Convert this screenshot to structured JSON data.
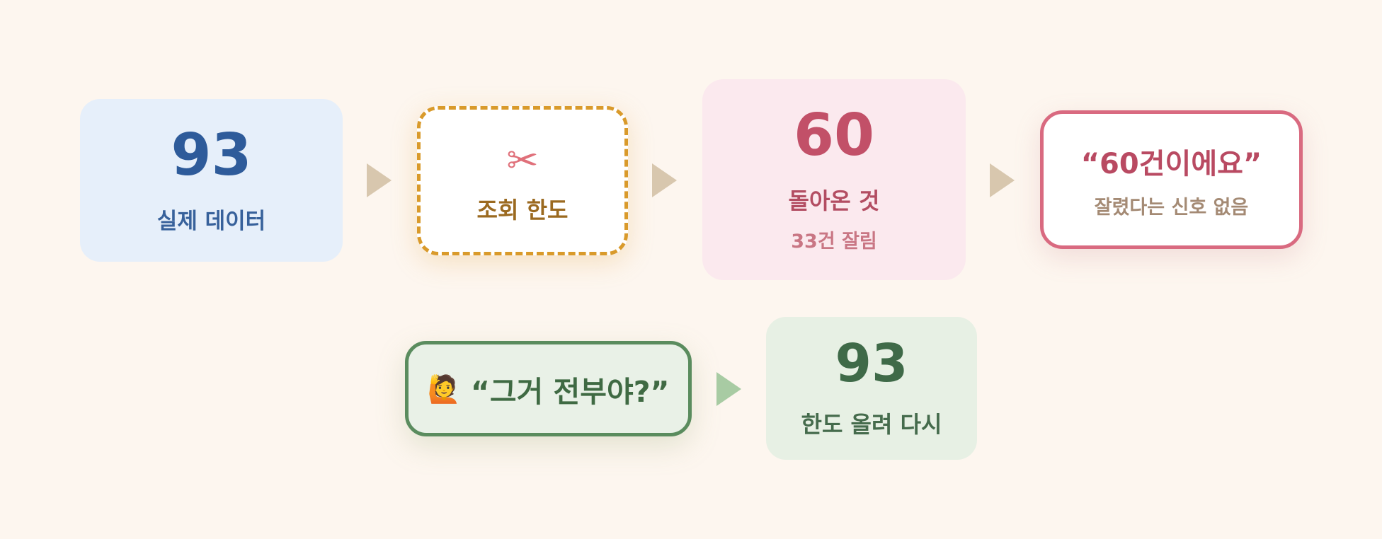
{
  "flow": {
    "actual": {
      "value": "93",
      "label": "실제 데이터"
    },
    "limit": {
      "icon": "scissors-icon",
      "icon_glyph": "✂",
      "label": "조회 한도"
    },
    "returned": {
      "value": "60",
      "label": "돌아온 것",
      "sub": "33건 잘림"
    },
    "reply": {
      "quote": "“60건이에요”",
      "sub": "잘렸다는 신호 없음"
    },
    "question": {
      "icon": "person-raising-hand-icon",
      "icon_glyph": "🙋",
      "quote": "“그거 전부야?”"
    },
    "retry": {
      "value": "93",
      "label": "한도 올려 다시"
    }
  },
  "colors": {
    "background": "#fdf6ef",
    "blue": "#2e5b9a",
    "amber": "#d99a2b",
    "rose": "#c25068",
    "green": "#3f6a48",
    "arrow": "#d8c7ae",
    "arrow_green": "#a8cba3"
  }
}
